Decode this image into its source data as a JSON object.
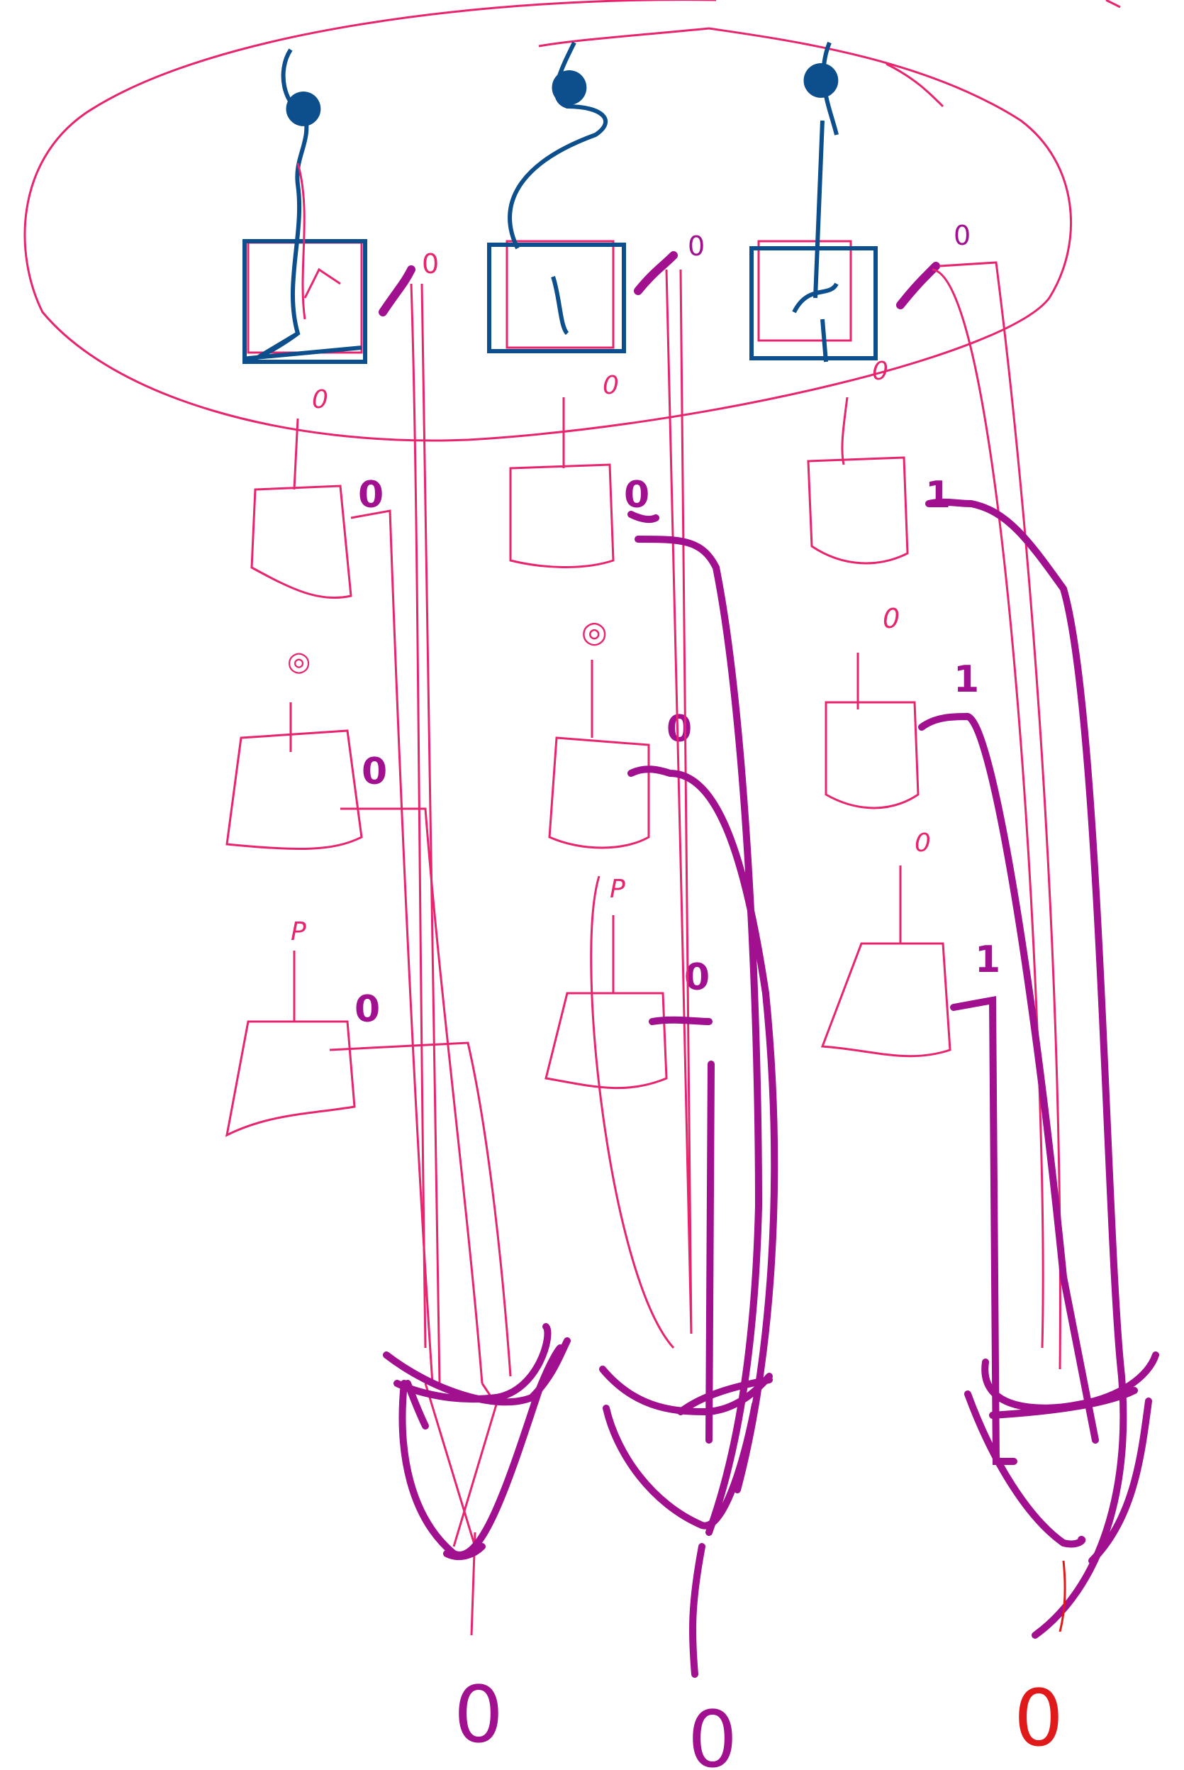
{
  "colors": {
    "pink": "#e8246f",
    "purple": "#a0108f",
    "blue": "#0d4f8c",
    "red": "#e01a1a",
    "background": "#ffffff"
  },
  "labels": {
    "reg_top_left_out": "0",
    "reg_top_mid_out": "0",
    "reg_top_right_out": "0",
    "reg_col1_row1_out": "0",
    "reg_col2_row1_out": "0",
    "reg_col3_row1_out": "1",
    "reg_col1_row2_out": "0",
    "reg_col2_row2_out": "0",
    "reg_col3_row2_out": "1",
    "reg_col1_row3_out": "0",
    "reg_col2_row3_out": "0",
    "reg_col3_row3_out": "1",
    "reg_col3_row1_in": "0",
    "reg_col3_row2_in": "0",
    "result_left": "0",
    "result_mid": "0",
    "result_right": "0"
  }
}
